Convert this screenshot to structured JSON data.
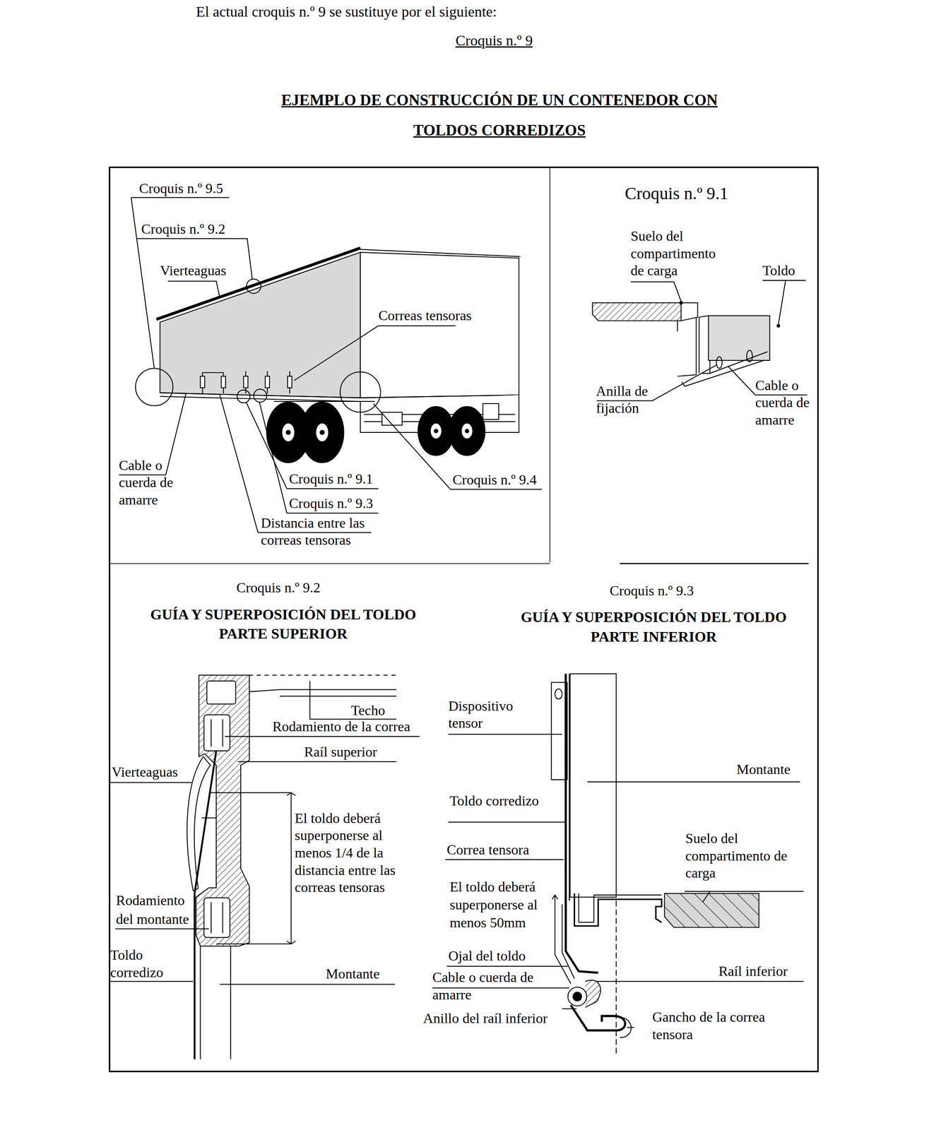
{
  "diagram": {
    "title": "EJEMPLO DE CONSTRUCCIÓN DE UN CONTENEDOR CON TOLDOS CORREDIZOS",
    "labels": [
      "El actual croquis n.º 9 se sustituye por el siguiente:",
      "Croquis n.º 9",
      "Croquis n.º 9.5",
      "Croquis n.º 9.2",
      "Vierteaguas",
      "Correas tensoras",
      "Cable o cuerda de amarre",
      "Croquis n.º 9.1",
      "Croquis n.º 9.3",
      "Distancia entre las correas tensoras",
      "Croquis n.º 9.4",
      "Croquis n.º 9.1",
      "Suelo del compartimento de carga",
      "Toldo",
      "Anilla de fijación",
      "Cable o cuerda de amarre",
      "Croquis n.º 9.2",
      "GUÍA Y SUPERPOSICIÓN DEL TOLDO PARTE SUPERIOR",
      "Techo",
      "Rodamiento de la correa",
      "Raíl superior",
      "Vierteaguas",
      "El toldo deberá superponerse al menos 1/4 de la distancia entre las correas tensoras",
      "Rodamiento del montante",
      "Toldo corredizo",
      "Montante",
      "Croquis n.º 9.3",
      "GUÍA Y SUPERPOSICIÓN DEL TOLDO PARTE INFERIOR",
      "Dispositivo tensor",
      "Montante",
      "Toldo corredizo",
      "Correa tensora",
      "Suelo del compartimento de carga",
      "El toldo deberá superponerse al menos 50mm",
      "Ojal del toldo",
      "Raíl inferior",
      "Cable o cuerda de amarre",
      "Anillo del raíl inferior",
      "Gancho de la correa tensora"
    ]
  }
}
